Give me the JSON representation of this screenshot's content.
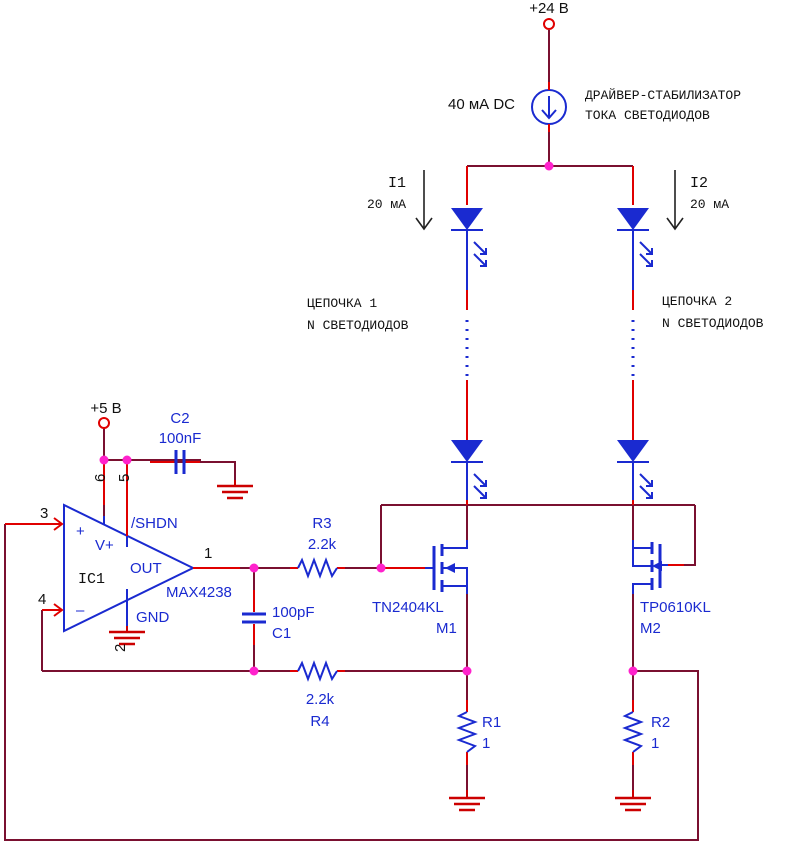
{
  "supply_24v": {
    "label": "+24 В"
  },
  "current_driver": {
    "value": "40 мА DC",
    "title_line1": "ДРАЙВЕР-СТАБИЛИЗАТОР",
    "title_line2": "ТОКА СВЕТОДИОДОВ"
  },
  "string1": {
    "current_name": "I1",
    "current_value": "20 мА",
    "label_line1": "ЦЕПОЧКА 1",
    "label_line2": "N СВЕТОДИОДОВ"
  },
  "string2": {
    "current_name": "I2",
    "current_value": "20 мА",
    "label_line1": "ЦЕПОЧКА 2",
    "label_line2": "N СВЕТОДИОДОВ"
  },
  "supply_5v": {
    "label": "+5 В"
  },
  "c2": {
    "ref": "C2",
    "value": "100nF"
  },
  "ic1": {
    "ref": "IC1",
    "part": "MAX4238",
    "pin_plus": "+",
    "pin_minus": "–",
    "pin_vplus": "V+",
    "pin_out": "OUT",
    "pin_gnd": "GND",
    "pin_shdn": "/SHDN",
    "pin_num_3": "3",
    "pin_num_4": "4",
    "pin_num_6": "6",
    "pin_num_5": "5",
    "pin_num_1": "1",
    "pin_num_2": "2"
  },
  "r3": {
    "ref": "R3",
    "value": "2.2k"
  },
  "r4": {
    "ref": "R4",
    "value": "2.2k"
  },
  "c1": {
    "ref": "C1",
    "value": "100pF"
  },
  "m1": {
    "ref": "M1",
    "part": "TN2404KL"
  },
  "m2": {
    "ref": "M2",
    "part": "TP0610KL"
  },
  "r1": {
    "ref": "R1",
    "value": "1"
  },
  "r2": {
    "ref": "R2",
    "value": "1"
  },
  "colors": {
    "wire": "#7a1030",
    "pin": "#e00000",
    "component": "#1a2ad0",
    "junction": "#ff22cc",
    "ground": "#cc0000"
  }
}
